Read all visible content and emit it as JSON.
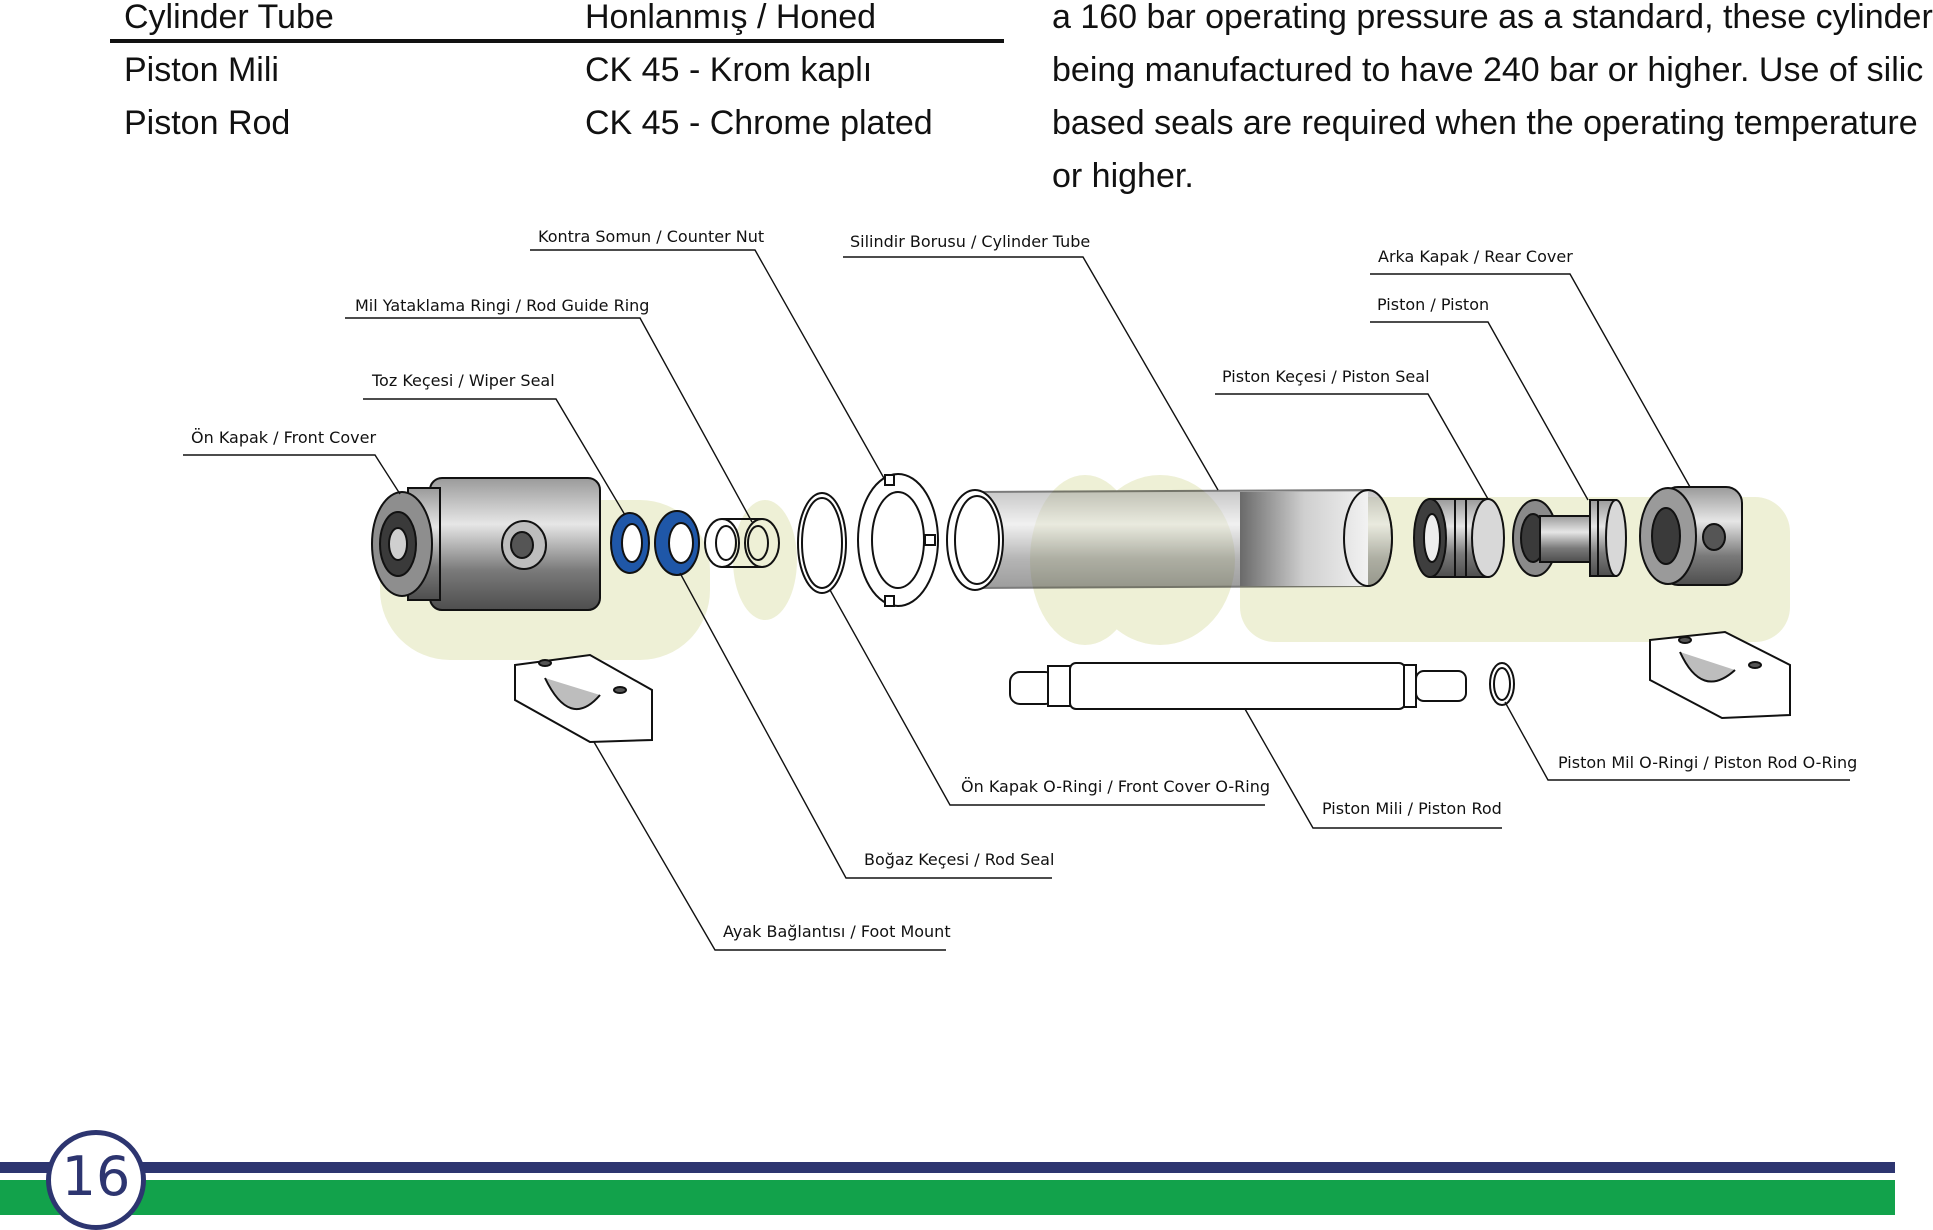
{
  "spec_table": {
    "rows": [
      {
        "name": "Cylinder Tube",
        "value": "Honlanmış / Honed"
      },
      {
        "name": "Piston Mili",
        "value": "CK 45 - Krom kaplı"
      },
      {
        "name": "Piston Rod",
        "value": "CK 45 - Chrome plated"
      }
    ]
  },
  "paragraph": {
    "lines": [
      "a 160 bar operating pressure as a standard, these cylinder",
      "being manufactured to have 240 bar or higher. Use of silic",
      "based seals are required when the operating temperature",
      "or higher."
    ]
  },
  "diagram": {
    "labels": {
      "counter_nut": "Kontra Somun / Counter Nut",
      "cylinder_tube": "Silindir Borusu / Cylinder Tube",
      "rear_cover": "Arka Kapak / Rear Cover",
      "rod_guide_ring": "Mil Yataklama Ringi / Rod Guide Ring",
      "piston": "Piston / Piston",
      "piston_seal": "Piston Keçesi / Piston Seal",
      "wiper_seal": "Toz Keçesi / Wiper Seal",
      "front_cover": "Ön Kapak / Front Cover",
      "piston_rod_o_ring": "Piston Mil O-Ringi / Piston Rod O-Ring",
      "front_cover_o_ring": "Ön Kapak O-Ringi / Front Cover O-Ring",
      "piston_rod": "Piston Mili / Piston Rod",
      "rod_seal": "Boğaz Keçesi / Rod Seal",
      "foot_mount": "Ayak Bağlantısı / Foot Mount"
    },
    "colors": {
      "seal_blue": "#1f57a8",
      "watermark": "#eef0d6",
      "metal_dark": "#555555",
      "metal_light": "#d4d4d4"
    }
  },
  "footer": {
    "page_number": "16",
    "colors": {
      "navy": "#2d3570",
      "green": "#12a24b"
    }
  }
}
